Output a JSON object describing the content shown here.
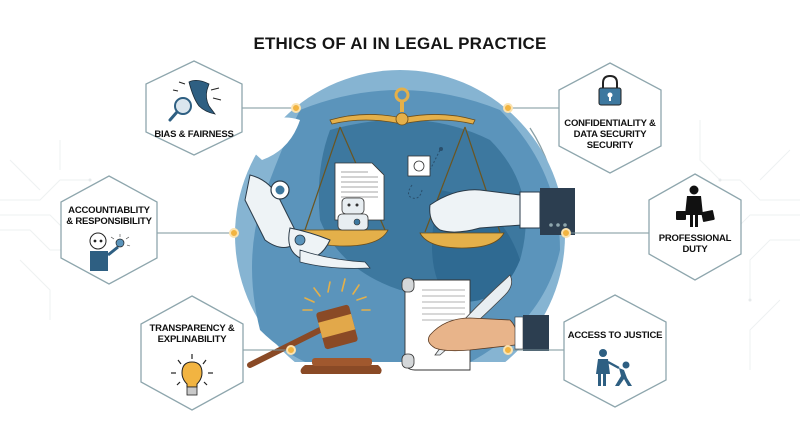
{
  "title": "ETHICS OF AI IN LEGAL PRACTICE",
  "colors": {
    "hex_border": "#8ea6ad",
    "connector": "#7b949b",
    "node_dot": "#f2b441",
    "globe_light": "#8fbbd6",
    "globe_mid": "#5a92b8",
    "globe_dark": "#2f6a92",
    "scale_gold": "#e4b04a",
    "icon_blue": "#2e5f82",
    "gavel_brown": "#8a4a26"
  },
  "principles": [
    {
      "id": "bias",
      "lines": [
        "BIAS & FAIRNESS"
      ],
      "icon": "magnifier-profile-icon",
      "side": "left"
    },
    {
      "id": "accountability",
      "lines": [
        "ACCOUNTIABLITY",
        "& RESPONSIBILITY"
      ],
      "icon": "robot-idea-icon",
      "side": "left"
    },
    {
      "id": "transparency",
      "lines": [
        "TRANSPARENCY &",
        "EXPLINABILITY"
      ],
      "icon": "lightbulb-icon",
      "side": "left"
    },
    {
      "id": "confidentiality",
      "lines": [
        "CONFIDENTIALITY &",
        "DATA SECURITY",
        "SECURITY"
      ],
      "icon": "padlock-icon",
      "side": "right"
    },
    {
      "id": "professional",
      "lines": [
        "PROFESSIONAL",
        "DUTY"
      ],
      "icon": "businessman-briefcases-icon",
      "side": "right"
    },
    {
      "id": "justice",
      "lines": [
        "ACCESS TO JUSTICE"
      ],
      "icon": "helping-hand-icon",
      "side": "right"
    }
  ],
  "center": {
    "illustration": "scales-of-justice-robot-human-gavel-quill"
  }
}
